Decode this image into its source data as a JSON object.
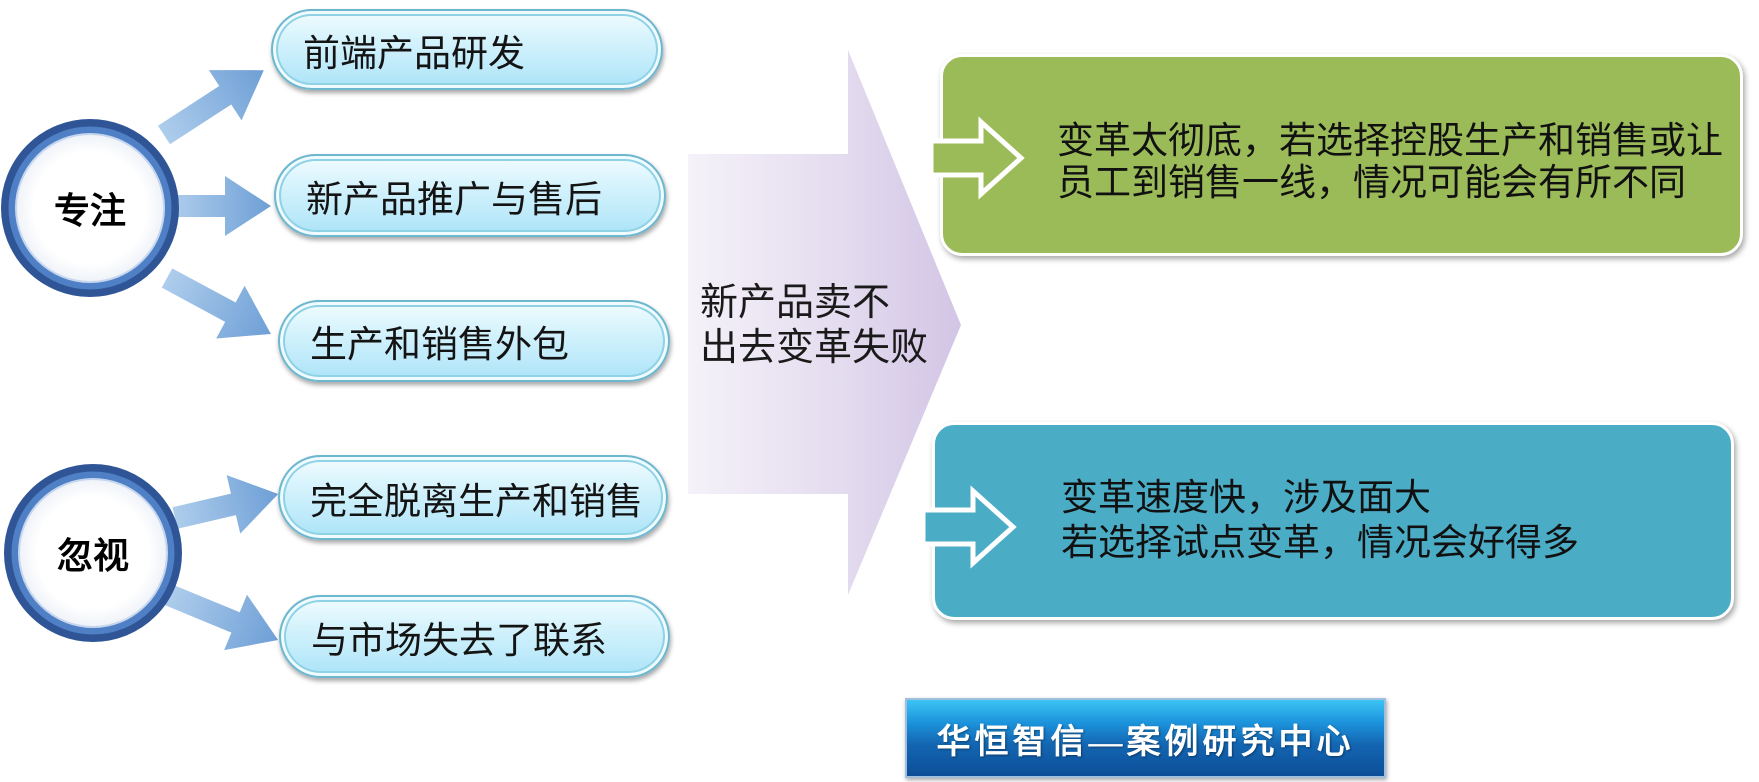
{
  "focus": {
    "label": "专注",
    "items": [
      "前端产品研发",
      "新产品推广与售后",
      "生产和销售外包"
    ]
  },
  "ignore": {
    "label": "忽视",
    "items": [
      "完全脱离生产和销售",
      "与市场失去了联系"
    ]
  },
  "center_arrow": {
    "lines": [
      "新产品卖不",
      "出去变革失败"
    ]
  },
  "outcomes": [
    {
      "lines": [
        "变革太彻底，若选择控股生产和销售或让",
        "员工到销售一线，情况可能会有所不同"
      ]
    },
    {
      "lines": [
        "变革速度快，涉及面大",
        "若选择试点变革，情况会好得多"
      ]
    }
  ],
  "logo": {
    "text": "华恒智信—案例研究中心"
  },
  "colors": {
    "ring": "#2f5597",
    "ring_inner": "#4f80c6",
    "arrow_blue": "#6e9fd6",
    "pill_fill": "#bdeafa",
    "pill_border": "#6db7cf",
    "center_arrow": "#d2c5e5",
    "outcome_green": "#9bbb59",
    "outcome_teal": "#4bacc6",
    "logo_bg": "#1466b2"
  }
}
